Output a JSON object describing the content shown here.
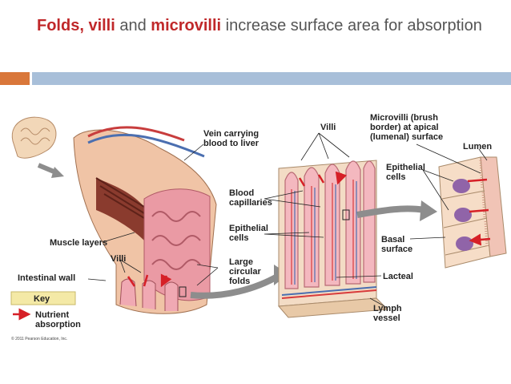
{
  "title": {
    "part1": "Folds, villi",
    "part2": " and ",
    "part3": "microvilli",
    "part4": " increase surface area for absorption"
  },
  "colors": {
    "title_highlight": "#c0282a",
    "title_text": "#555555",
    "accent_bar": "#d9773a",
    "rule_bar": "#a8bfd9",
    "key_box": "#f4e9a6",
    "arrow_red": "#d62027"
  },
  "labels": {
    "vein": [
      "Vein carrying",
      "blood to liver"
    ],
    "blood_capillaries": [
      "Blood",
      "capillaries"
    ],
    "epithelial_cells_mid": [
      "Epithelial",
      "cells"
    ],
    "muscle_layers": [
      "Muscle layers"
    ],
    "villi_left": [
      "Villi"
    ],
    "large_folds": [
      "Large",
      "circular",
      "folds"
    ],
    "intestinal_wall": [
      "Intestinal wall"
    ],
    "villi_top": [
      "Villi"
    ],
    "microvilli": [
      "Microvilli (brush",
      "border) at apical",
      "(lumenal) surface"
    ],
    "lumen": [
      "Lumen"
    ],
    "epithelial_cells_right": [
      "Epithelial",
      "cells"
    ],
    "basal_surface": [
      "Basal",
      "surface"
    ],
    "lacteal": [
      "Lacteal"
    ],
    "lymph_vessel": [
      "Lymph",
      "vessel"
    ]
  },
  "key": {
    "heading": "Key",
    "item": [
      "Nutrient",
      "absorption"
    ]
  },
  "copyright": "© 2011 Pearson Education, Inc."
}
